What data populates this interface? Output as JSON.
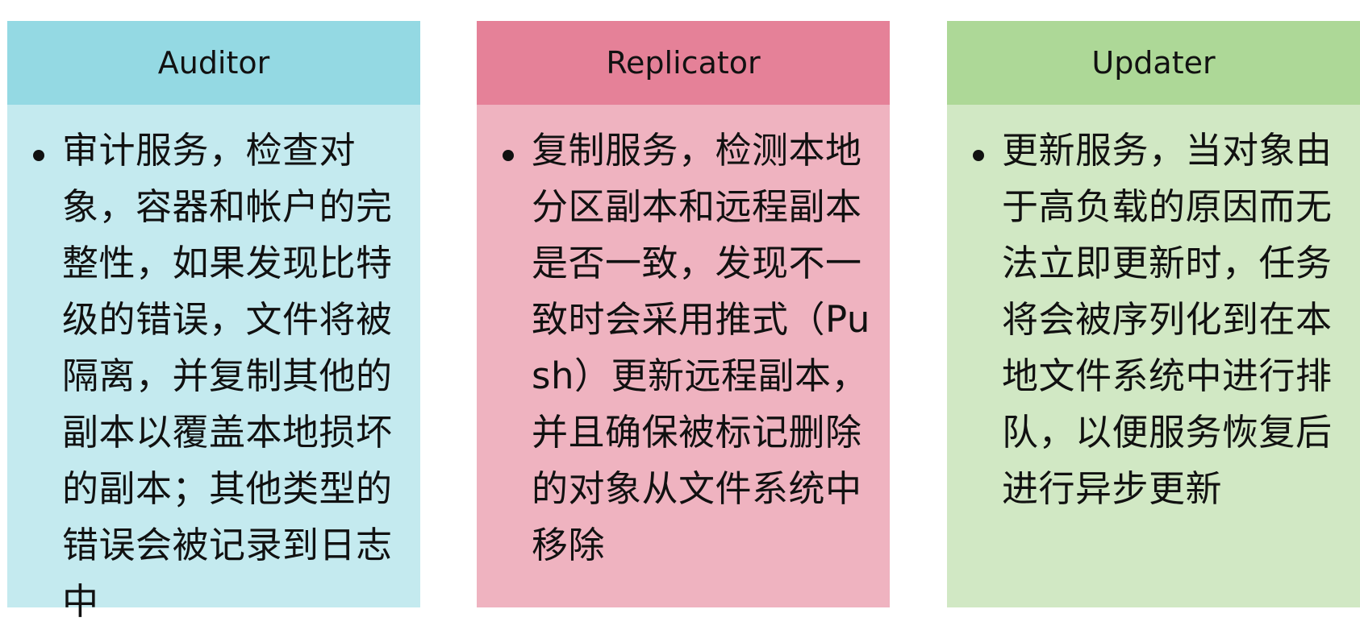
{
  "cards": [
    {
      "title": "Auditor",
      "header_color": "#94d9e3",
      "body_color": "#c4eaef",
      "text": "审计服务，检查对象，容器和帐户的完整性，如果发现比特级的错误，文件将被隔离，并复制其他的副本以覆盖本地损坏的副本；其他类型的错误会被记录到日志中"
    },
    {
      "title": "Replicator",
      "header_color": "#e58198",
      "body_color": "#efb3c0",
      "text": "复制服务，检测本地分区副本和远程副本是否一致，发现不一致时会采用推式（Push）更新远程副本，并且确保被标记删除的对象从文件系统中移除"
    },
    {
      "title": "Updater",
      "header_color": "#add897",
      "body_color": "#d1e8c4",
      "text": "更新服务，当对象由于高负载的原因而无法立即更新时，任务将会被序列化到在本地文件系统中进行排队，以便服务恢复后进行异步更新"
    }
  ]
}
